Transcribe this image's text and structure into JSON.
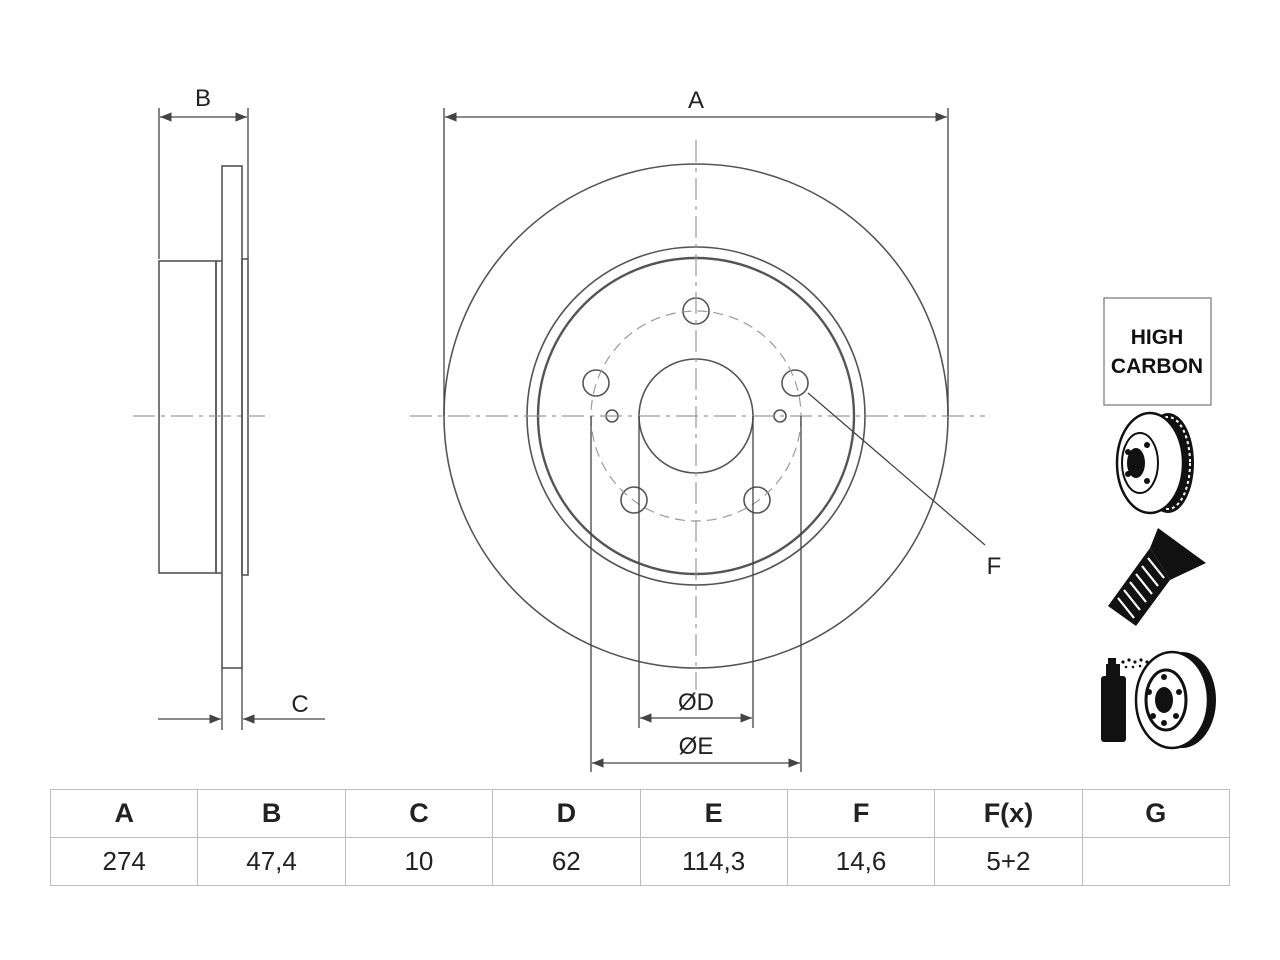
{
  "drawing": {
    "dim_labels": {
      "A": "A",
      "B": "B",
      "C": "C",
      "F": "F",
      "D": "ØD",
      "E": "ØE"
    }
  },
  "badges": {
    "high_carbon_line1": "HIGH",
    "high_carbon_line2": "CARBON",
    "icons": [
      "vented-disc-icon",
      "screw-icon",
      "coated-disc-spray-icon"
    ]
  },
  "spec_table": {
    "headers": [
      "A",
      "B",
      "C",
      "D",
      "E",
      "F",
      "F(x)",
      "G"
    ],
    "values": [
      "274",
      "47,4",
      "10",
      "62",
      "114,3",
      "14,6",
      "5+2",
      ""
    ]
  },
  "colors": {
    "line": "#555555",
    "centerline": "#9a9a9a",
    "icon_fill": "#111111"
  }
}
